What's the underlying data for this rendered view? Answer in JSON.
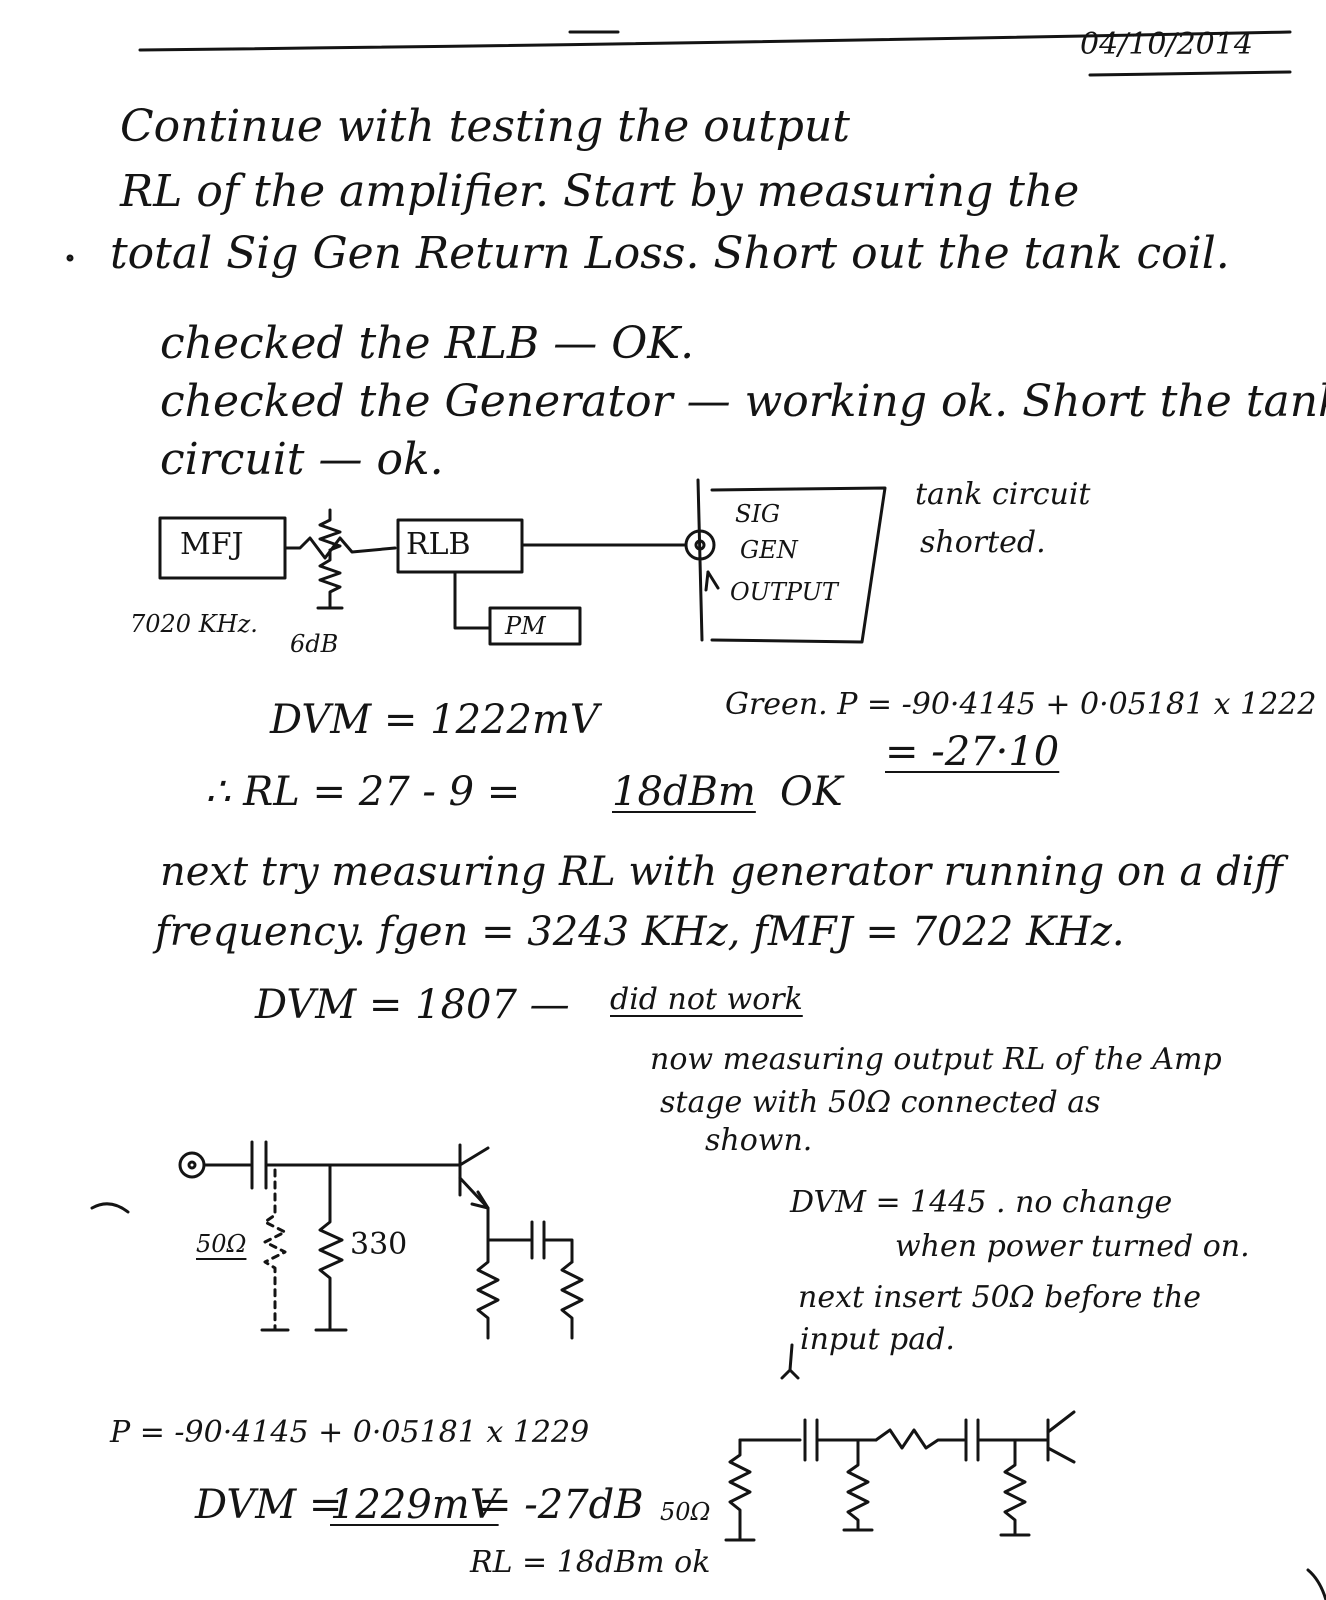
{
  "date": "04/10/2014",
  "notes": {
    "line1": "Continue with testing the output",
    "line2": "RL of the amplifier. Start by measuring the",
    "line3": "total Sig Gen Return Loss. Short out the tank coil.",
    "line4": "checked the RLB — OK.",
    "line5": "checked the Generator — working ok. Short the tank",
    "line6": "circuit — ok."
  },
  "diagram1": {
    "mfj": "MFJ",
    "rlb": "RLB",
    "pm": "PM",
    "freq": "7020 KHz.",
    "pad": "6dB",
    "siggen_1": "SIG",
    "siggen_2": "GEN",
    "siggen_3": "OUTPUT",
    "tank_1": "tank circuit",
    "tank_2": "shorted."
  },
  "measure1": {
    "dvm": "DVM = 1222mV",
    "green": "Green. P = -90·4145 + 0·05181 x 1222",
    "result": "= -27·10",
    "rl_prefix": "∴ RL = 27 - 9 =",
    "rl_value": "18dBm",
    "rl_suffix": "OK"
  },
  "next_try": {
    "line1": "next try measuring RL with generator running on a diff",
    "line2": "frequency. fgen = 3243 KHz, fMFJ = 7022 KHz.",
    "dvm": "DVM = 1807 —",
    "result": "did not work"
  },
  "amp_stage": {
    "line1": "now measuring output RL of the Amp",
    "line2": "stage with 50Ω connected as",
    "line3": "shown.",
    "r_50": "50Ω",
    "r_330": "330",
    "dvm_line1": "DVM = 1445 . no change",
    "dvm_line2": "when power turned on.",
    "next_line1": "next insert 50Ω before the",
    "next_line2": "input pad."
  },
  "bottom": {
    "p_formula": "P = -90·4145 + 0·05181 x 1229",
    "dvm_prefix": "DVM =",
    "dvm_value": "1229mV",
    "dvm_suffix": "= -27dB",
    "rl": "RL = 18dBm ok",
    "r_50": "50Ω"
  }
}
